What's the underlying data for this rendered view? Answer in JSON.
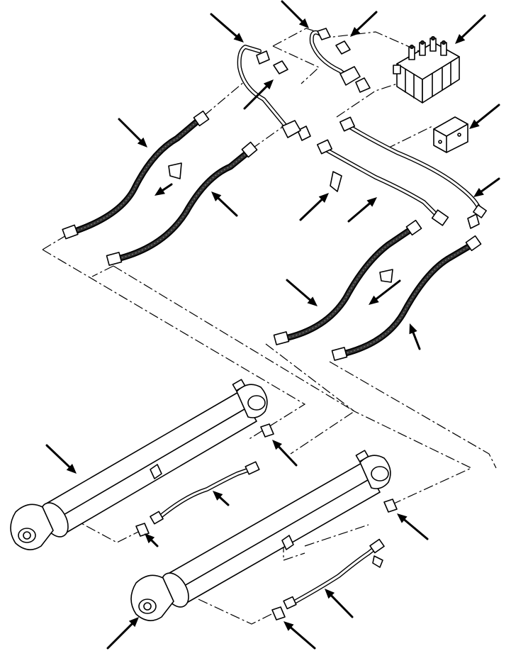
{
  "figure": {
    "background": "#ffffff",
    "ink": "#000000",
    "callout_icon": "arrow-pointer-icon",
    "parts": {
      "control_valve": "control-valve",
      "mounting_bracket": "mounting-bracket",
      "tee_fittings": "tee-fitting",
      "adapters": "adapter-fitting",
      "hydraulic_hoses": "hydraulic-hose",
      "hose_clamps": "hose-clamp",
      "steel_tubes": "steel-tube",
      "hydraulic_cylinders": "hydraulic-cylinder"
    }
  }
}
